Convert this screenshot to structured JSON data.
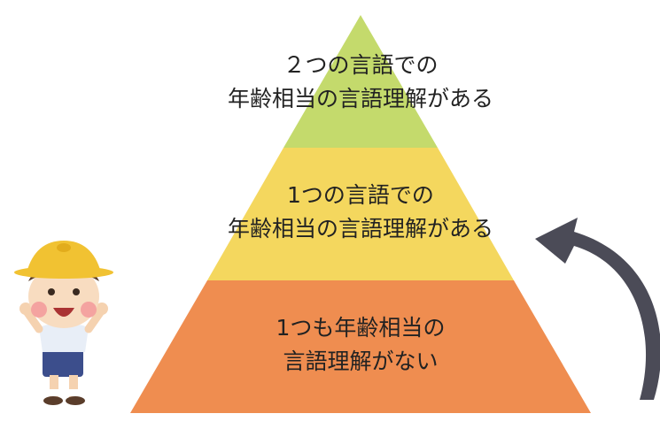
{
  "colors": {
    "top": "#c4da6c",
    "middle": "#f4d75e",
    "bottom": "#ef8d50",
    "arrow": "#4b4b57"
  },
  "levels": [
    {
      "line1": "２つの言語での",
      "line2": "年齢相当の言語理解がある"
    },
    {
      "line1": "1つの言語での",
      "line2": "年齢相当の言語理解がある"
    },
    {
      "line1": "1つも年齢相当の",
      "line2": "言語理解がない"
    }
  ]
}
